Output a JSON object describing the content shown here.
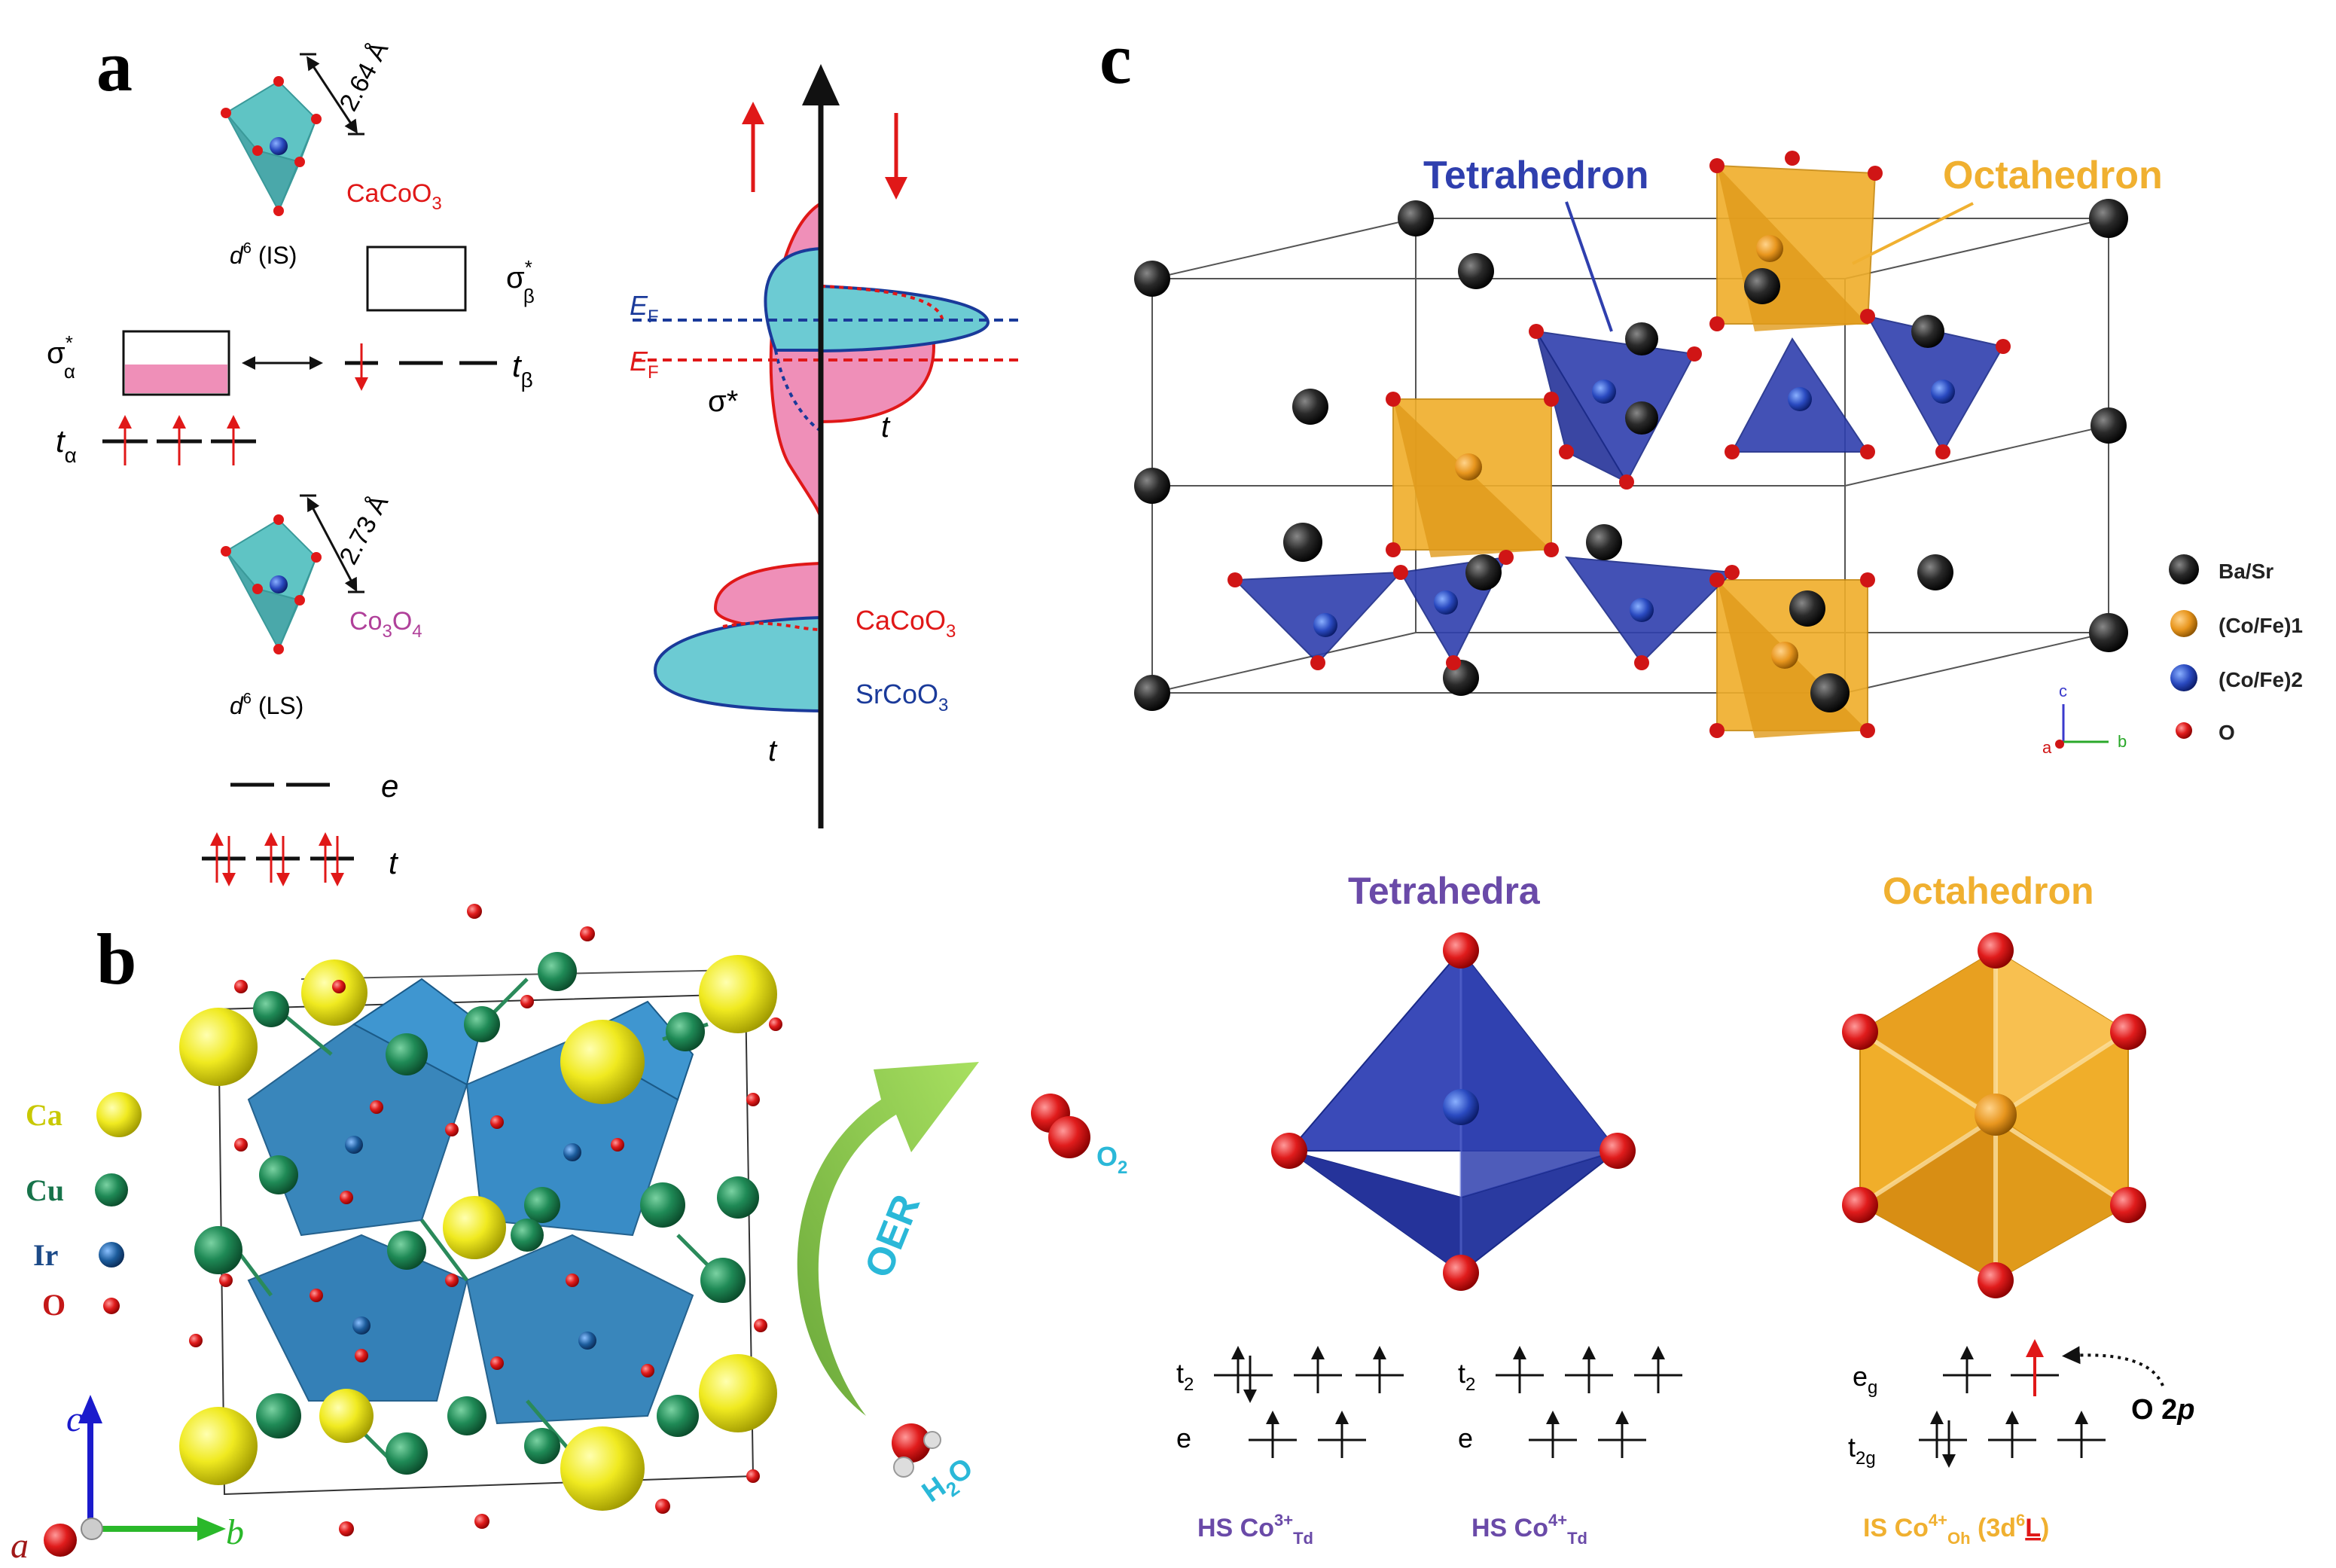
{
  "panels": {
    "a": "a",
    "b": "b",
    "c": "c"
  },
  "panel_a": {
    "top_bond": "2.64 Å",
    "top_compound": "CaCoO",
    "top_compound_sub": "3",
    "top_config": "d",
    "top_config_sup": "6",
    "top_config_tail": " (IS)",
    "sigma_alpha": "σ",
    "sigma_alpha_sup": "*",
    "sigma_alpha_sub": "α",
    "sigma_beta": "σ",
    "sigma_beta_sup": "*",
    "sigma_beta_sub": "β",
    "t_alpha": "t",
    "t_alpha_sub": "α",
    "t_beta": "t",
    "t_beta_sub": "β",
    "bottom_bond": "2.73 Å",
    "bottom_compound": "Co",
    "bottom_compound_sub1": "3",
    "bottom_compound_mid": "O",
    "bottom_compound_sub2": "4",
    "bottom_config": "d",
    "bottom_config_sup": "6",
    "bottom_config_tail": " (LS)",
    "e_label": "e",
    "t_label": "t",
    "dos": {
      "ef_blue": "E",
      "ef_blue_sub": "F",
      "ef_red": "E",
      "ef_red_sub": "F",
      "sigma_star": "σ*",
      "t_upper": "t",
      "t_lower": "t",
      "legend_ca": "CaCoO",
      "legend_ca_sub": "3",
      "legend_sr": "SrCoO",
      "legend_sr_sub": "3"
    }
  },
  "panel_b": {
    "legend": [
      {
        "label": "Ca",
        "color": "#e6e619"
      },
      {
        "label": "Cu",
        "color": "#17734a"
      },
      {
        "label": "Ir",
        "color": "#1c5c9c"
      },
      {
        "label": "O",
        "color": "#d42020"
      }
    ],
    "axis_c": "c",
    "axis_a": "a",
    "axis_b": "b",
    "arrow_label": "OER",
    "o2": "O",
    "o2_sub": "2",
    "h2o": "H",
    "h2o_sub": "2",
    "h2o_tail": "O"
  },
  "panel_c": {
    "tetrahedron_label": "Tetrahedron",
    "octahedron_label": "Octahedron",
    "legend": [
      {
        "label": "Ba/Sr",
        "color": "#222222"
      },
      {
        "label": "(Co/Fe)1",
        "color": "#e8961e"
      },
      {
        "label": "(Co/Fe)2",
        "color": "#2a3aa8"
      },
      {
        "label": "O",
        "color": "#d01515"
      }
    ],
    "axes": {
      "c": "c",
      "a": "a",
      "b": "b"
    },
    "tetrahedra_title": "Tetrahedra",
    "octahedron_title": "Octahedron",
    "levels": {
      "t2": "t",
      "t2_sub": "2",
      "e": "e",
      "eg": "e",
      "eg_sub": "g",
      "t2g": "t",
      "t2g_sub": "2g",
      "o2p": "O 2",
      "o2p_italic": "p"
    },
    "captions": {
      "hs3_main": "HS Co",
      "hs3_sup": "3+",
      "hs3_sub": "Td",
      "hs4_main": "HS Co",
      "hs4_sup": "4+",
      "hs4_sub": "Td",
      "is_main": "IS Co",
      "is_sup": "4+",
      "is_sub": "Oh",
      "is_tail": " (3d",
      "is_tail_sup": "6",
      "is_L": "L",
      "is_close": ")"
    },
    "colors": {
      "tetra": "#2f3fae",
      "octa": "#f0ae2a",
      "title_tetra": "#6a4aa8",
      "title_octa": "#f0b030"
    }
  }
}
